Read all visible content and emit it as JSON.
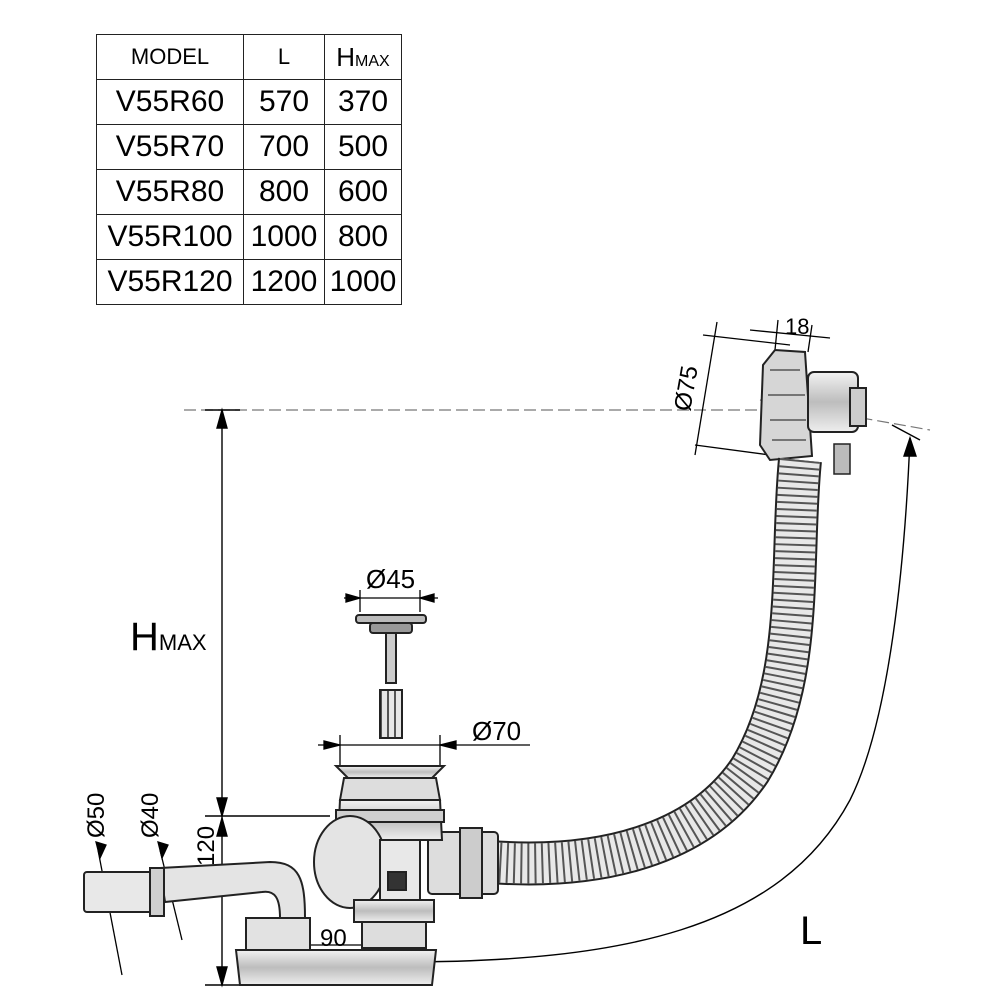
{
  "table": {
    "headers": {
      "model": "MODEL",
      "length": "L",
      "height_main": "H",
      "height_sub": "MAX"
    },
    "rows": [
      {
        "model": "V55R60",
        "length": "570",
        "height": "370"
      },
      {
        "model": "V55R70",
        "length": "700",
        "height": "500"
      },
      {
        "model": "V55R80",
        "length": "800",
        "height": "600"
      },
      {
        "model": "V55R100",
        "length": "1000",
        "height": "800"
      },
      {
        "model": "V55R120",
        "length": "1200",
        "height": "1000"
      }
    ]
  },
  "dimensions": {
    "overflow_width": "18",
    "overflow_diameter": "Ø75",
    "plug_diameter": "Ø45",
    "drain_diameter": "Ø70",
    "outlet_outer": "Ø50",
    "outlet_inner": "Ø40",
    "trap_height": "120",
    "trap_offset": "90",
    "hmax_main": "H",
    "hmax_sub": "MAX",
    "length_label": "L"
  }
}
